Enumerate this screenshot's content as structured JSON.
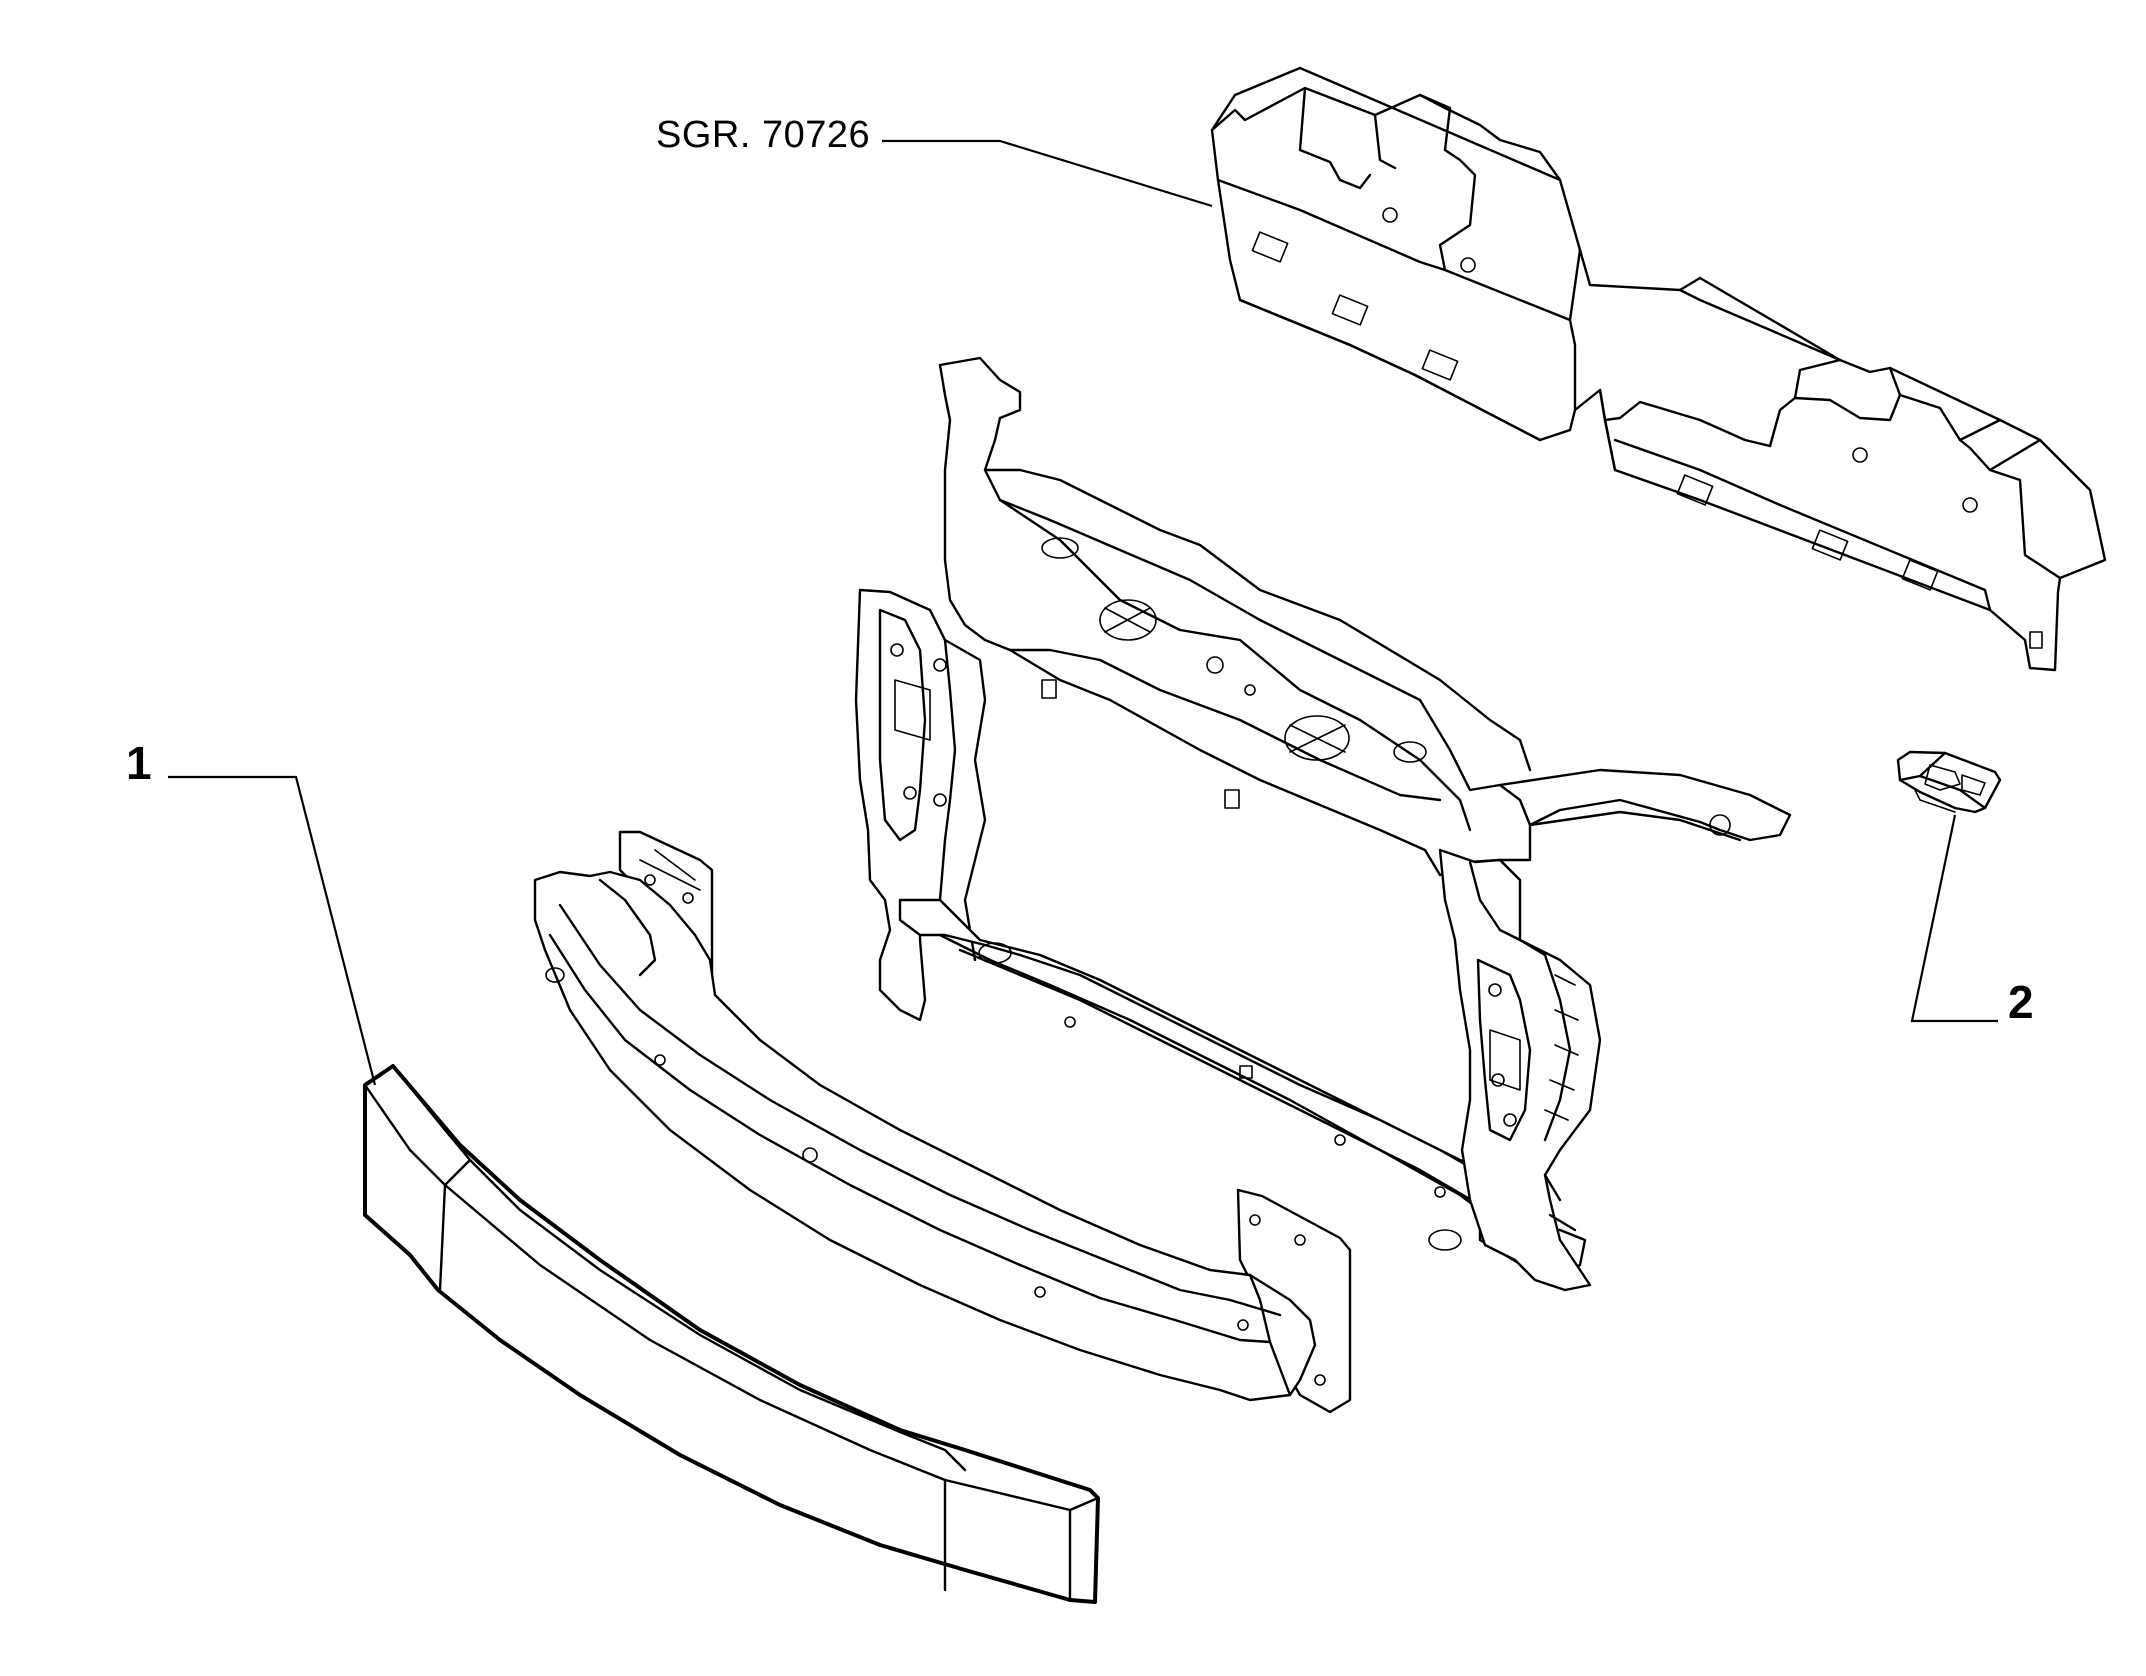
{
  "callouts": {
    "reference_group": "SGR. 70726",
    "part_1": "1",
    "part_2": "2"
  },
  "colors": {
    "line": "#000000",
    "background": "#ffffff"
  }
}
